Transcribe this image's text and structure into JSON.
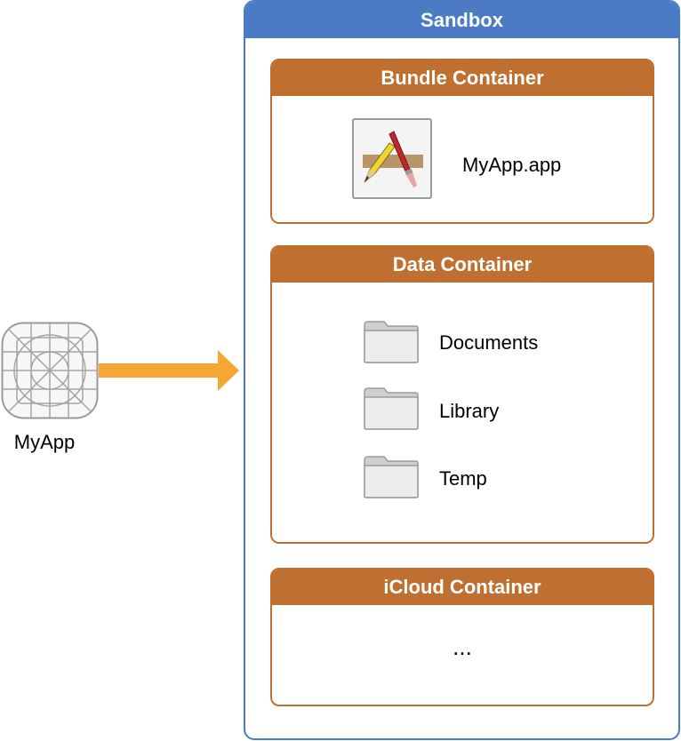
{
  "app": {
    "icon": "app-grid-icon",
    "label": "MyApp"
  },
  "arrow": {
    "color": "#f5a634"
  },
  "sandbox": {
    "title": "Sandbox",
    "color": "#4a7bc4",
    "containers": {
      "bundle": {
        "title": "Bundle Container",
        "item": {
          "icon": "app-bundle-icon",
          "label": "MyApp.app"
        }
      },
      "data": {
        "title": "Data Container",
        "folders": [
          {
            "icon": "folder-icon",
            "label": "Documents"
          },
          {
            "icon": "folder-icon",
            "label": "Library"
          },
          {
            "icon": "folder-icon",
            "label": "Temp"
          }
        ]
      },
      "icloud": {
        "title": "iCloud Container",
        "content": "..."
      }
    },
    "container_color": "#bf6f30"
  }
}
